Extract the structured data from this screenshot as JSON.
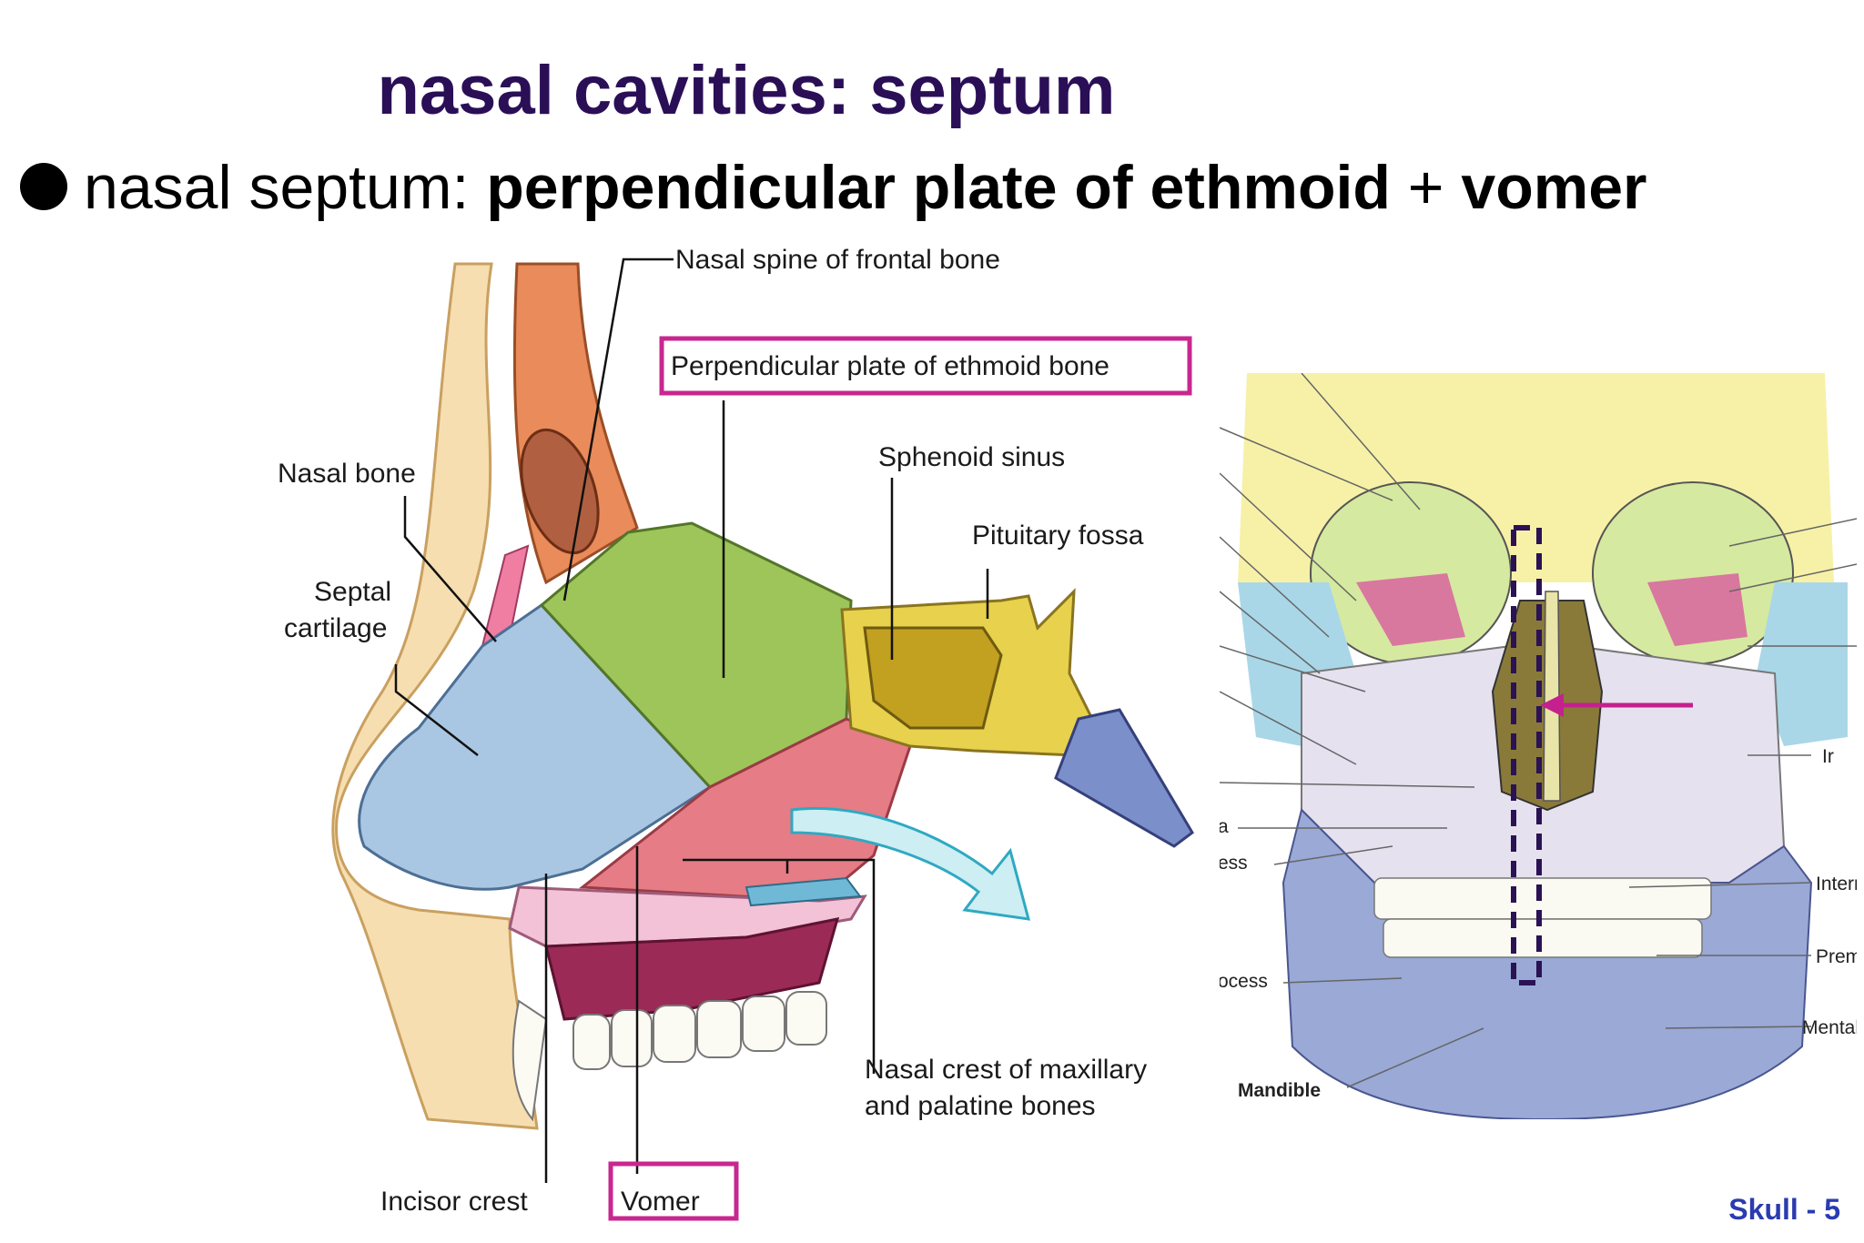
{
  "slide": {
    "title": "nasal cavities: septum",
    "bullet_lead": "nasal septum: ",
    "bullet_bold_1": "perpendicular plate of ethmoid",
    "bullet_plus": " + ",
    "bullet_bold_2": "vomer",
    "footer": "Skull - 5"
  },
  "sagittal_labels": {
    "nasal_spine": "Nasal spine of frontal bone",
    "perpendicular_plate": "Perpendicular plate of ethmoid bone",
    "sphenoid_sinus": "Sphenoid sinus",
    "pituitary_fossa": "Pituitary fossa",
    "nasal_bone": "Nasal bone",
    "septal_line1": "Septal",
    "septal_line2": "cartilage",
    "nasal_crest_line1": "Nasal crest of maxillary",
    "nasal_crest_line2": "and palatine bones",
    "incisor_crest": "Incisor crest",
    "vomer": "Vomer"
  },
  "skull_labels": {
    "ir": "Ir",
    "interm": "Interm",
    "premol": "Premol",
    "mental": "Mental f",
    "mandible": "Mandible",
    "ess": "ess",
    "ocess": "ocess",
    "a": "a"
  },
  "colors": {
    "title": "#2a0f57",
    "highlight_box": "#c8278f",
    "arrow": "#c4208e",
    "dashed_box": "#2a1255",
    "footer": "#2b3bb0"
  }
}
